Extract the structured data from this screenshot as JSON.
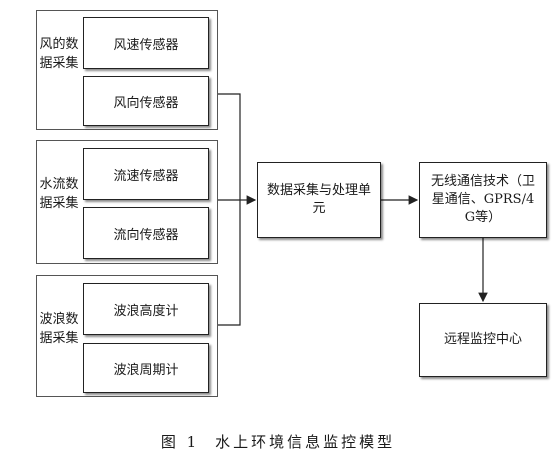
{
  "groups": [
    {
      "label": "风的数据采集",
      "sensors": [
        "风速传感器",
        "风向传感器"
      ]
    },
    {
      "label": "水流数据采集",
      "sensors": [
        "流速传感器",
        "流向传感器"
      ]
    },
    {
      "label": "波浪数据采集",
      "sensors": [
        "波浪高度计",
        "波浪周期计"
      ]
    }
  ],
  "nodes": {
    "processing": "数据采集与处理单元",
    "wireless": "无线通信技术（卫星通信、GPRS/4G等）",
    "center": "远程监控中心"
  },
  "caption": {
    "number": "图 1",
    "title": "水上环境信息监控模型"
  },
  "colors": {
    "line": "#222222",
    "border": "#222222",
    "background": "#ffffff"
  }
}
